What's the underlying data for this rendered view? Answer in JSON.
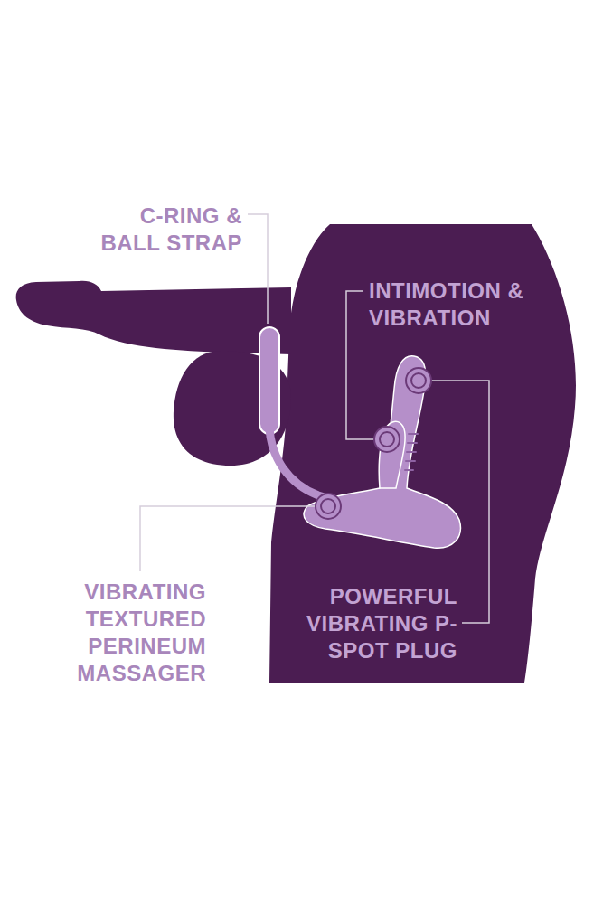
{
  "diagram": {
    "labels": [
      "C-RING & BALL STRAP",
      "INTIMOTION & VIBRATION",
      "VIBRATING TEXTURED PERINEUM MASSAGER",
      "POWERFUL VIBRATING P-SPOT PLUG"
    ]
  }
}
